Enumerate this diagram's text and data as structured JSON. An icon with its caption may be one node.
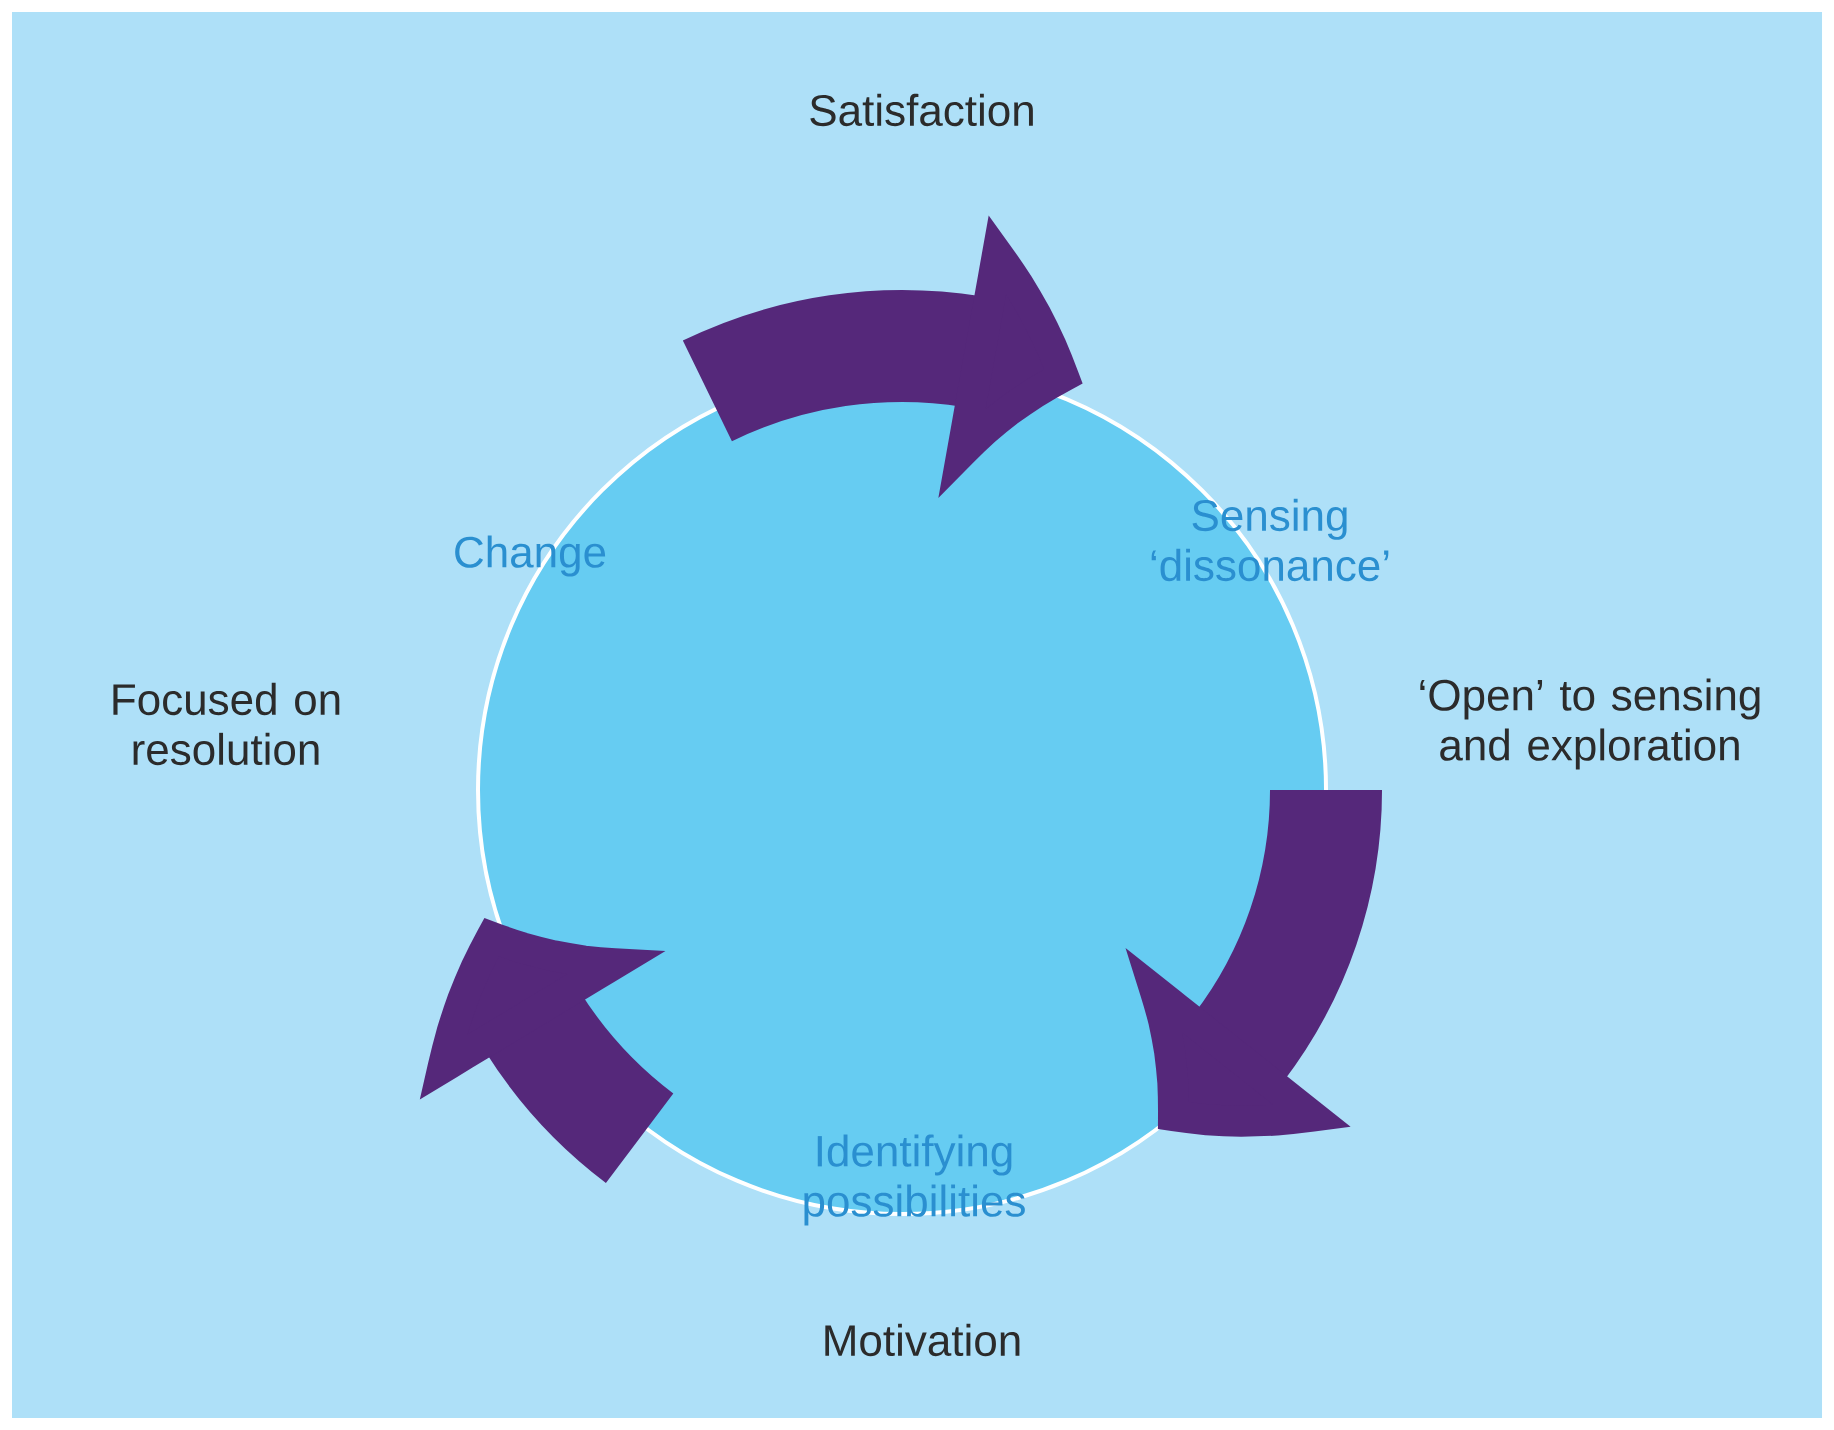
{
  "diagram": {
    "nodes": [
      {
        "text": [],
        "shape": "circle"
      },
      {
        "text": [
          "Change"
        ],
        "in": 0
      },
      {
        "text": [
          "Sensing ‘dissonance’"
        ],
        "in": 0
      },
      {
        "text": [
          "Identifying possibilities"
        ],
        "in": 0
      }
    ],
    "labels": [
      "Satisfaction",
      "‘Open’ to sensing and exploration",
      "Focused on resolution",
      "Motivation"
    ]
  }
}
